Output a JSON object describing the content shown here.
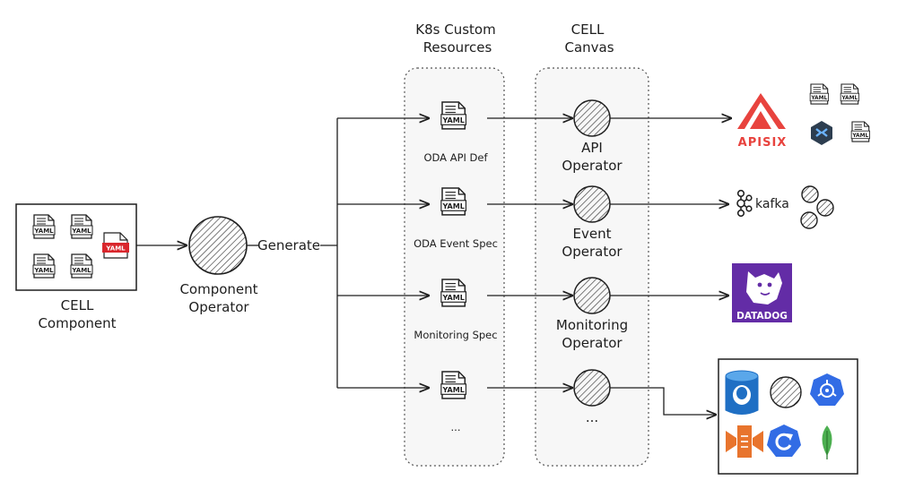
{
  "headers": {
    "custom_resources": [
      "K8s Custom",
      "Resources"
    ],
    "canvas": [
      "CELL",
      "Canvas"
    ]
  },
  "component": {
    "label": [
      "CELL",
      "Component"
    ],
    "yaml_label": "YAML"
  },
  "component_operator": {
    "label": [
      "Component",
      "Operator"
    ]
  },
  "generate_label": "Generate",
  "rows": [
    {
      "resource_label": "ODA API Def",
      "operator_label": [
        "API",
        "Operator"
      ]
    },
    {
      "resource_label": "ODA Event Spec",
      "operator_label": [
        "Event",
        "Operator"
      ]
    },
    {
      "resource_label": "Monitoring Spec",
      "operator_label": [
        "Monitoring",
        "Operator"
      ]
    },
    {
      "resource_label": "...",
      "operator_label": [
        "..."
      ]
    }
  ],
  "targets": {
    "apisix": "APISIX",
    "kafka": "kafka",
    "datadog": "DATADOG"
  },
  "colors": {
    "stroke": "#1e1e1e",
    "yaml_red": "#d9262c",
    "apisix_red": "#e8433e",
    "datadog_purple": "#632ca6",
    "k8s_blue": "#326ce5",
    "postgres_blue": "#1f6fc4",
    "aws_orange": "#e8742d",
    "mongo_green": "#4caf50"
  }
}
